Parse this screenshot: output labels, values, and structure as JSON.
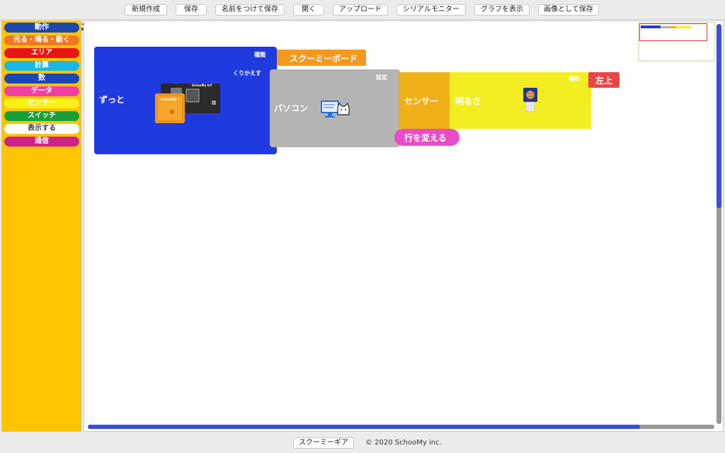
{
  "toolbar": {
    "new": "新規作成",
    "save": "保存",
    "save_as": "名前をつけて保存",
    "open": "開く",
    "upload": "アップロード",
    "serial_monitor": "シリアルモニター",
    "show_graph": "グラフを表示",
    "save_image": "画像として保存"
  },
  "sidebar": {
    "categories": [
      {
        "label": "動作",
        "color": "#1c48b0"
      },
      {
        "label": "光る・鳴る・動く",
        "color": "#f07820"
      },
      {
        "label": "エリア",
        "color": "#e81414"
      },
      {
        "label": "計算",
        "color": "#1ab8e8"
      },
      {
        "label": "数",
        "color": "#1c48b0"
      },
      {
        "label": "データ",
        "color": "#f040a8"
      },
      {
        "label": "センサー",
        "color": "#f8f018"
      },
      {
        "label": "スイッチ",
        "color": "#18a038"
      },
      {
        "label": "表示する",
        "color": "#ffffff"
      },
      {
        "label": "通信",
        "color": "#d0208c"
      }
    ]
  },
  "blocks": {
    "forever": "ずっと",
    "kind": "種類",
    "repeat": "くりかえす",
    "board": "スクーミーボード",
    "pc": "パソコン",
    "setting": "設定",
    "sensor": "センサー",
    "brightness": "明るさ",
    "place": "場所",
    "position": "左上",
    "newline": "行を変える",
    "board_chip_label": "SchooMy",
    "board_iot_label": "SchooMy IoT"
  },
  "footer": {
    "schoomy_gear": "スクーミーギア",
    "copyright": "© 2020 SchooMy inc."
  }
}
